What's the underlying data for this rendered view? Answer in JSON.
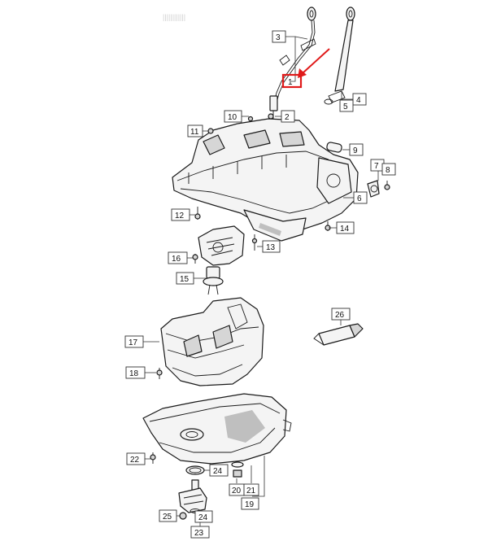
{
  "watermark": "||||||||||||",
  "callouts": [
    {
      "id": "1",
      "label": "1"
    },
    {
      "id": "2",
      "label": "2"
    },
    {
      "id": "3",
      "label": "3"
    },
    {
      "id": "4",
      "label": "4"
    },
    {
      "id": "5",
      "label": "5"
    },
    {
      "id": "6",
      "label": "6"
    },
    {
      "id": "7",
      "label": "7"
    },
    {
      "id": "8",
      "label": "8"
    },
    {
      "id": "9",
      "label": "9"
    },
    {
      "id": "10",
      "label": "10"
    },
    {
      "id": "11",
      "label": "11"
    },
    {
      "id": "12",
      "label": "12"
    },
    {
      "id": "13",
      "label": "13"
    },
    {
      "id": "14",
      "label": "14"
    },
    {
      "id": "15",
      "label": "15"
    },
    {
      "id": "16",
      "label": "16"
    },
    {
      "id": "17",
      "label": "17"
    },
    {
      "id": "18",
      "label": "18"
    },
    {
      "id": "19",
      "label": "19"
    },
    {
      "id": "20",
      "label": "20"
    },
    {
      "id": "21",
      "label": "21"
    },
    {
      "id": "22",
      "label": "22"
    },
    {
      "id": "23",
      "label": "23"
    },
    {
      "id": "24a",
      "label": "24"
    },
    {
      "id": "24b",
      "label": "24"
    },
    {
      "id": "25",
      "label": "25"
    },
    {
      "id": "26",
      "label": "26"
    }
  ],
  "highlight": {
    "part": "1",
    "color": "#e01a1a"
  },
  "colors": {
    "line": "#1a1a1a",
    "fill": "#f4f4f4",
    "accent": "#e01a1a"
  }
}
